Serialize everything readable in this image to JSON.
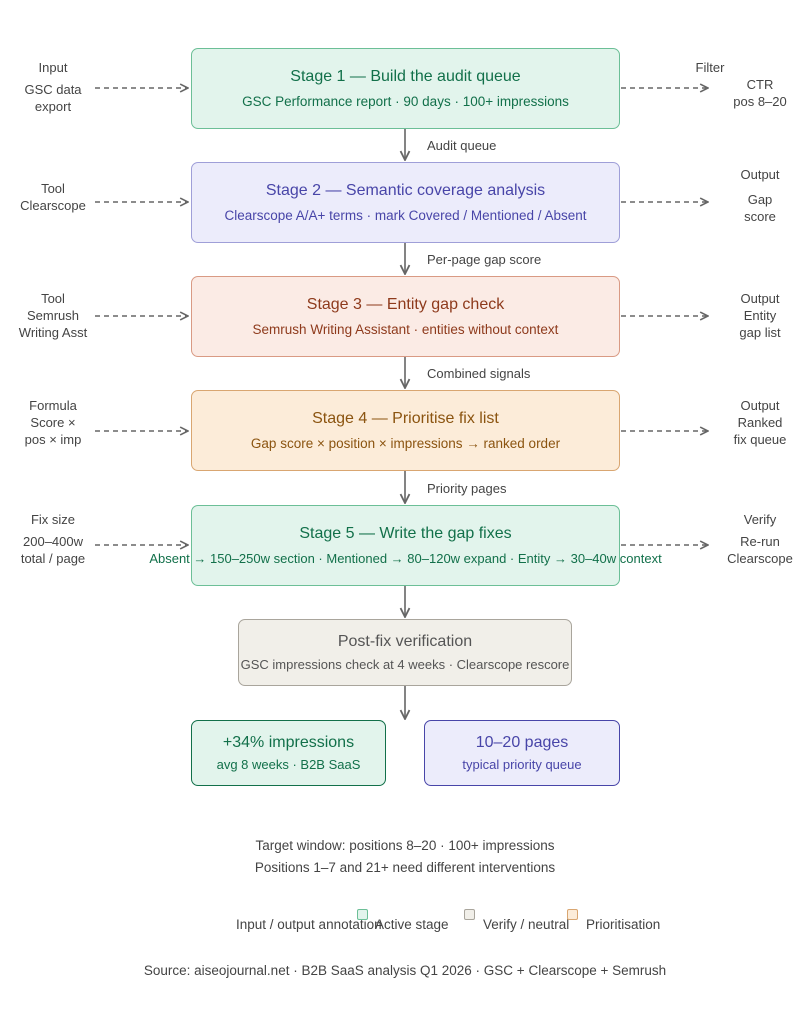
{
  "stages": [
    {
      "title": "Stage 1 — Build the audit queue",
      "subtitle": "GSC Performance report · 90 days · 100+ impressions"
    },
    {
      "title": "Stage 2 — Semantic coverage analysis",
      "subtitle": "Clearscope A/A+ terms · mark Covered / Mentioned / Absent"
    },
    {
      "title": "Stage 3 — Entity gap check",
      "subtitle": "Semrush Writing Assistant · entities without context"
    },
    {
      "title": "Stage 4 — Prioritise fix list",
      "subtitle": "Gap score × position × impressions → ranked order"
    },
    {
      "title": "Stage 5 — Write the gap fixes",
      "subtitle": "Absent → 150–250w section · Mentioned → 80–120w expand · Entity → 30–40w context"
    },
    {
      "title": "Post-fix verification",
      "subtitle": "GSC impressions check at 4 weeks · Clearscope rescore"
    }
  ],
  "connectors": [
    "Audit queue",
    "Per-page gap score",
    "Combined signals",
    "Priority pages"
  ],
  "left_annotations": [
    {
      "head": "Input",
      "lines": [
        "GSC data",
        "export"
      ]
    },
    {
      "head": "Tool",
      "lines": [
        "Clearscope"
      ]
    },
    {
      "head": "Tool",
      "lines": [
        "Semrush",
        "Writing Asst"
      ]
    },
    {
      "head": "Formula",
      "lines": [
        "Score ×",
        "pos × imp"
      ]
    },
    {
      "head": "Fix size",
      "lines": [
        "200–400w",
        "total / page"
      ]
    }
  ],
  "right_annotations": [
    {
      "head": "Filter",
      "lines": [
        "CTR",
        "pos 8–20"
      ]
    },
    {
      "head": "Output",
      "lines": [
        "Gap",
        "score"
      ]
    },
    {
      "head": "Output",
      "lines": [
        "Entity",
        "gap list"
      ]
    },
    {
      "head": "Output",
      "lines": [
        "Ranked",
        "fix queue"
      ]
    },
    {
      "head": "Verify",
      "lines": [
        "Re-run",
        "Clearscope"
      ]
    }
  ],
  "results": [
    {
      "value": "+34% impressions",
      "detail": "avg 8 weeks · B2B SaaS"
    },
    {
      "value": "10–20 pages",
      "detail": "typical priority queue"
    }
  ],
  "notes": [
    "Target window: positions 8–20 · 100+ impressions",
    "Positions 1–7 and 21+ need different interventions"
  ],
  "legend": [
    {
      "label": "Input / output annotation"
    },
    {
      "label": "Active stage",
      "color": "#6cbf97"
    },
    {
      "label": "Verify / neutral",
      "color": "#a9a59c"
    },
    {
      "label": "Prioritisation",
      "color": "#d9a671"
    }
  ],
  "source": "Source: aiseojournal.net · B2B SaaS analysis Q1 2026 · GSC + Clearscope + Semrush",
  "colors": {
    "green": "#6cbf97",
    "purple": "#9f9fd8",
    "red": "#d99a84",
    "orange": "#d9a671",
    "neutral": "#a9a59c",
    "arrow": "#666666"
  }
}
